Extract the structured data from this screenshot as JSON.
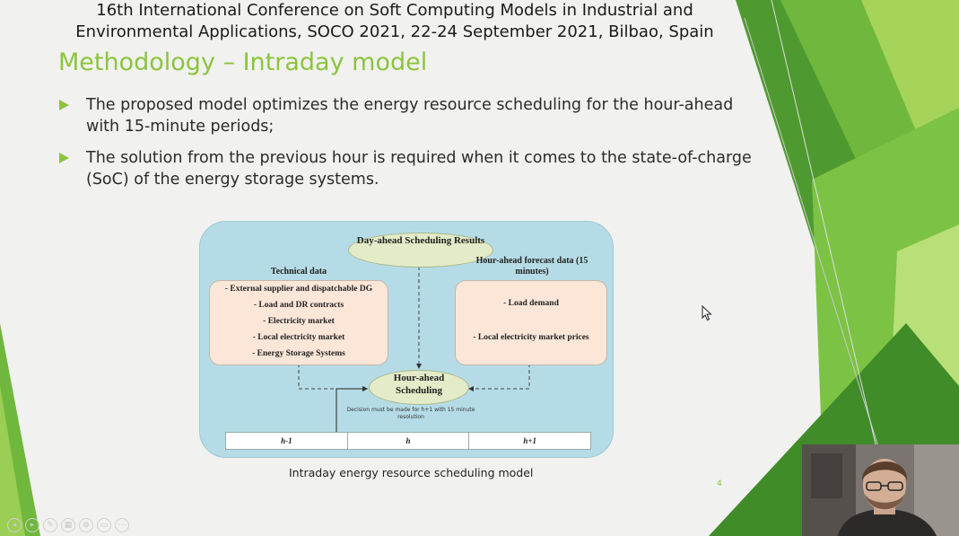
{
  "header": {
    "line1": "16th International Conference on Soft Computing Models in Industrial and",
    "line2": "Environmental Applications, SOCO 2021, 22-24 September 2021, Bilbao, Spain"
  },
  "title": "Methodology – Intraday model",
  "bullets": [
    "The proposed model optimizes the energy resource scheduling for the hour-ahead with 15-minute periods;",
    "The solution from the previous hour is required when it comes to the state-of-charge (SoC) of the energy storage systems."
  ],
  "diagram": {
    "day_ahead": "Day-ahead Scheduling Results",
    "technical_heading": "Technical data",
    "technical_items": [
      "- External supplier and dispatchable DG",
      "- Load and DR contracts",
      "- Electricity market",
      "- Local electricity market",
      "- Energy Storage Systems"
    ],
    "forecast_heading": "Hour-ahead forecast data (15 minutes)",
    "forecast_items": [
      "- Load demand",
      "- Local electricity market prices"
    ],
    "hour_ahead": "Hour-ahead Scheduling",
    "decision_note": "Decision must be made for h+1 with 15 minute resolution",
    "timeline": [
      "h-1",
      "h",
      "h+1"
    ]
  },
  "caption": "Intraday energy resource scheduling model",
  "page_number": "4",
  "icons": [
    "arrow-bullet-icon",
    "cursor-icon"
  ],
  "colors": {
    "accent": "#8cc43c",
    "diagram_bg": "#b5dce6",
    "box_fill": "#fbe6d8",
    "ellipse_fill": "#e3ebc8"
  }
}
